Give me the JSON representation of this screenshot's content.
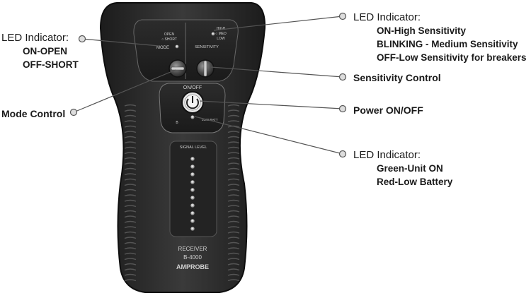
{
  "callouts": {
    "led_left": {
      "heading": "LED Indicator:",
      "lines": [
        "ON-OPEN",
        "OFF-SHORT"
      ]
    },
    "mode": {
      "heading": "Mode Control"
    },
    "led_right": {
      "heading": "LED Indicator:",
      "lines": [
        "ON-High Sensitivity",
        "BLINKING - Medium Sensitivity",
        "OFF-Low Sensitivity for breakers"
      ]
    },
    "sensitivity": {
      "heading": "Sensitivity Control"
    },
    "power": {
      "heading": "Power ON/OFF"
    },
    "led_bottom": {
      "heading": "LED Indicator:",
      "lines": [
        "Green-Unit ON",
        "Red-Low Battery"
      ]
    }
  },
  "device": {
    "power_label": "ON/OFF",
    "signal_label": "SIGNAL LEVEL",
    "model_lines": [
      "RECEIVER",
      "B-4000",
      "AMPROBE"
    ],
    "mode_label": "MODE",
    "sens_label": "SENSITIVITY",
    "batt_label": "LOW BATT"
  }
}
